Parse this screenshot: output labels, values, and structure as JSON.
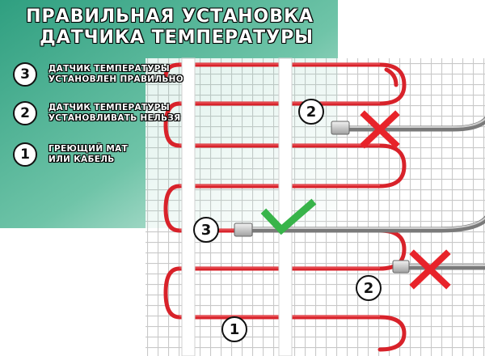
{
  "title": {
    "line1": "ПРАВИЛЬНАЯ УСТАНОВКА",
    "line2": "ДАТЧИКА ТЕМПЕРАТУРЫ"
  },
  "legend": [
    {
      "number": "3",
      "text": "ДАТЧИК ТЕМПЕРАТУРЫ\nУСТАНОВЛЕН ПРАВИЛЬНО"
    },
    {
      "number": "2",
      "text": "ДАТЧИК ТЕМПЕРАТУРЫ\nУСТАНОВЛИВАТЬ НЕЛЬЗЯ"
    },
    {
      "number": "1",
      "text": "ГРЕЮЩИЙ МАТ\nИЛИ КАБЕЛЬ"
    }
  ],
  "markers": {
    "sensor_wrong_top": "2",
    "sensor_correct": "3",
    "sensor_wrong_bottom": "2",
    "cable": "1"
  },
  "colors": {
    "panel_top": "#3aa98a",
    "panel_bottom": "#e6f3ee",
    "cable": "#d8222a",
    "mesh": "#c8c8c8",
    "check": "#38b44a",
    "cross": "#e8232a"
  }
}
